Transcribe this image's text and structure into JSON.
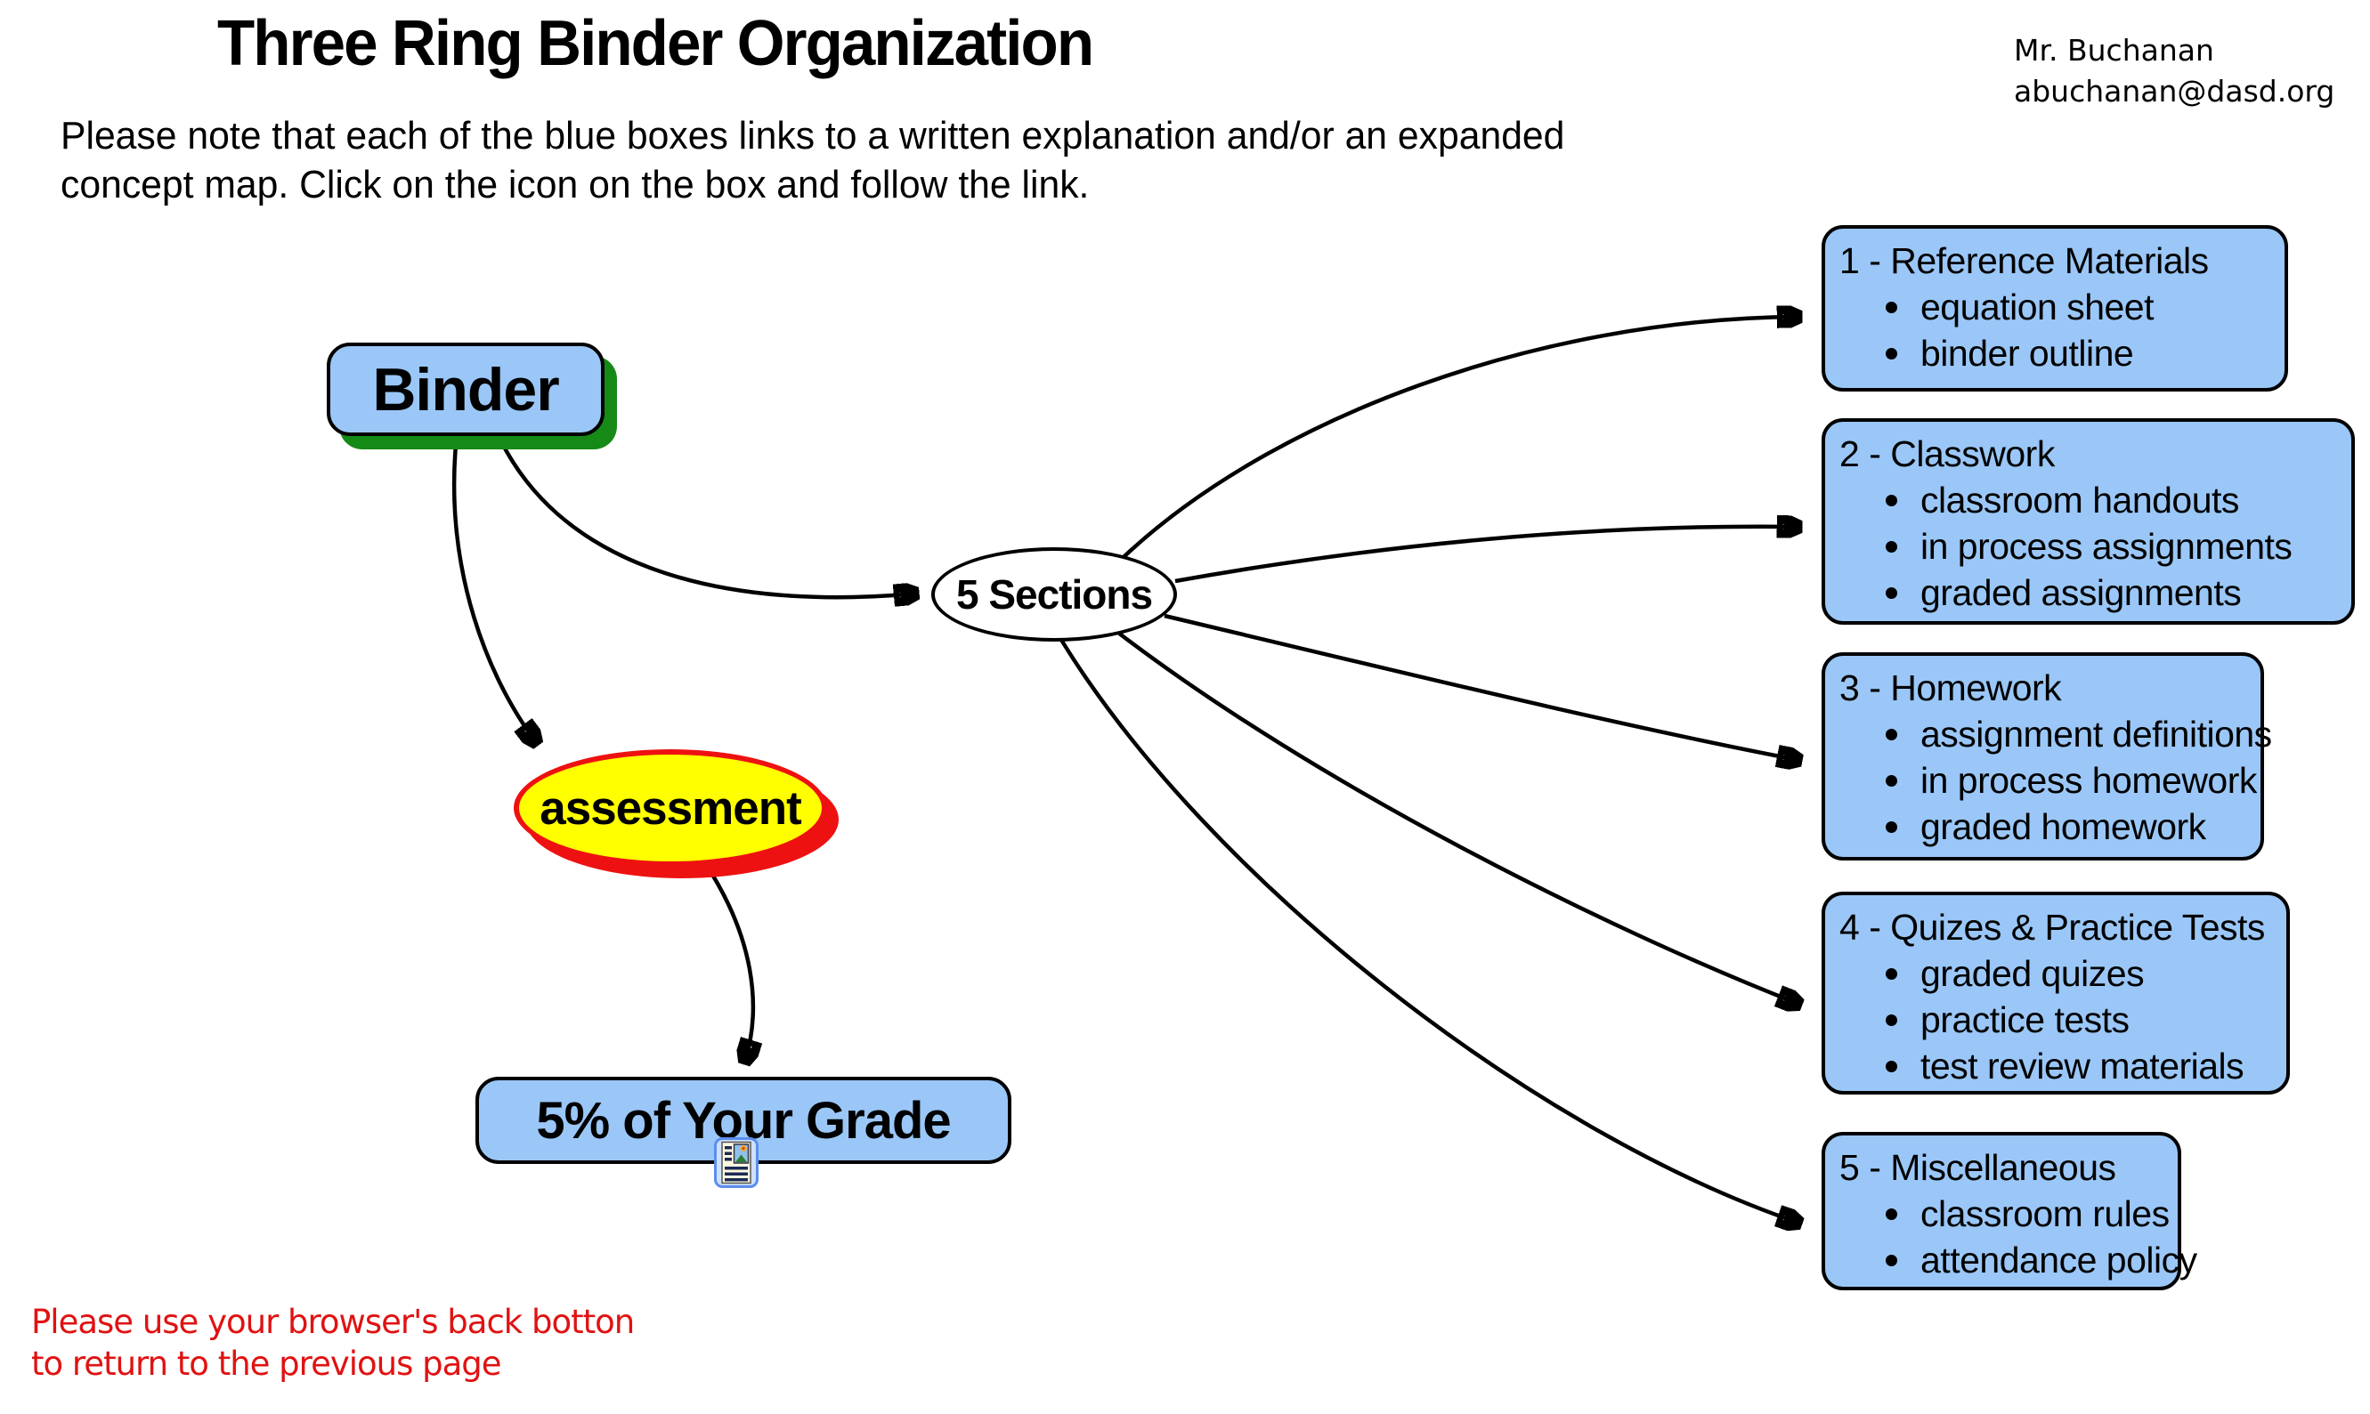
{
  "page": {
    "title": "Three Ring Binder Organization",
    "author_name": "Mr. Buchanan",
    "author_email": "abuchanan@dasd.org",
    "intro_line1": "Please note that each of the blue boxes links to a written explanation and/or an expanded",
    "intro_line2": "concept map. Click on the icon on the box and follow the link.",
    "footer_line1": "Please use your browser's back botton",
    "footer_line2": "to return to the previous page"
  },
  "nodes": {
    "binder_label": "Binder",
    "sections_hub_label": "5 Sections",
    "assessment_label": "assessment",
    "grade_label": "5% of Your Grade"
  },
  "icons": {
    "grade_link": "document-with-picture-link-icon"
  },
  "sections": [
    {
      "title": "1 - Reference Materials",
      "items": [
        "equation sheet",
        "binder outline"
      ]
    },
    {
      "title": "2 - Classwork",
      "items": [
        "classroom handouts",
        "in process assignments",
        "graded assignments"
      ]
    },
    {
      "title": "3 - Homework",
      "items": [
        "assignment definitions",
        "in process homework",
        "graded homework"
      ]
    },
    {
      "title": "4 - Quizes & Practice Tests",
      "items": [
        "graded quizes",
        "practice tests",
        "test review materials"
      ]
    },
    {
      "title": "5 - Miscellaneous",
      "items": [
        "classroom rules",
        "attendance policy"
      ]
    }
  ],
  "colors": {
    "node_blue": "#9ac7f7",
    "binder_shadow_green": "#168a16",
    "assessment_yellow": "#ffff00",
    "assessment_red": "#ee1111",
    "footer_red": "#e01212",
    "connector_black": "#000000"
  }
}
